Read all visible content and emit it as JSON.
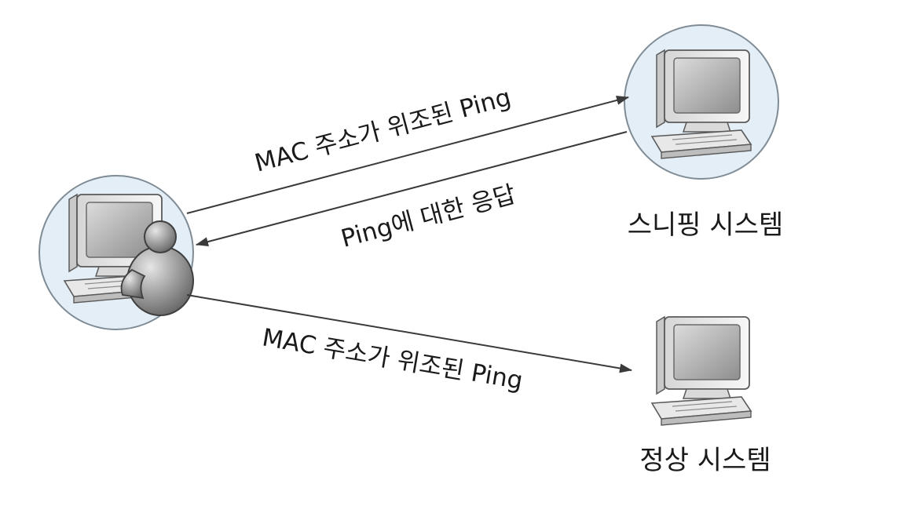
{
  "diagram": {
    "nodes": {
      "attacker": {
        "label": ""
      },
      "sniffing": {
        "label": "스니핑 시스템"
      },
      "normal": {
        "label": "정상 시스템"
      }
    },
    "edges": [
      {
        "from": "attacker",
        "to": "sniffing",
        "label": "MAC 주소가 위조된 Ping"
      },
      {
        "from": "sniffing",
        "to": "attacker",
        "label": "Ping에 대한 응답"
      },
      {
        "from": "attacker",
        "to": "normal",
        "label": "MAC 주소가 위조된 Ping"
      }
    ],
    "colors": {
      "circle_fill": "#e4eef6",
      "circle_stroke": "#7f8c96",
      "arrow": "#3a3a3a",
      "monitor_body": "#efefef",
      "screen": "#b8b8b8",
      "person": "#8f8f8f"
    },
    "icons": {
      "attacker": "computer-user-icon",
      "sniffing": "computer-icon",
      "normal": "computer-icon"
    }
  }
}
